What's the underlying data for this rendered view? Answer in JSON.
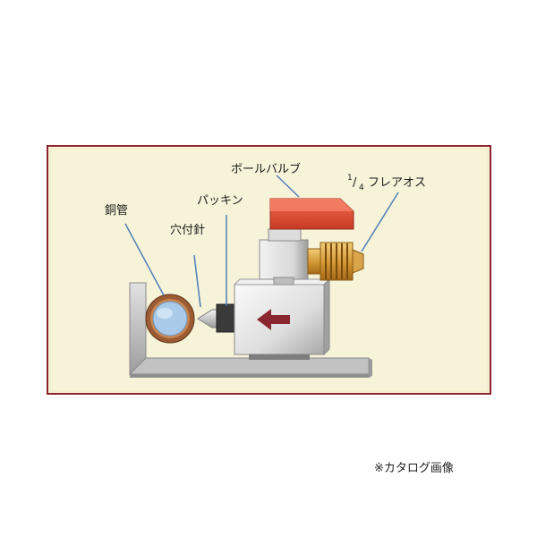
{
  "diagram": {
    "labels": {
      "copper_pipe": "銅管",
      "piercing_needle": "穴付針",
      "packing": "パッキン",
      "ball_valve": "ボールバルブ",
      "flare_male": "フレアオス",
      "flare_size_numerator": "1",
      "flare_size_slash": "/",
      "flare_size_denominator": "4"
    },
    "colors": {
      "panel_background": "#f6f3d9",
      "panel_border": "#8c2430",
      "leader_line": "#4f7fb8",
      "valve_handle": "#e0462f",
      "brass_fitting": "#d59c38",
      "arrow": "#8a2630",
      "copper_ring": "#9c5b33",
      "pipe_inner": "#a9cbe9",
      "metal_body": "#e4e4e4",
      "bracket": "#cfcfcf"
    },
    "icons": {
      "direction_arrow": "left-arrow-icon"
    }
  },
  "caption": "※カタログ画像"
}
